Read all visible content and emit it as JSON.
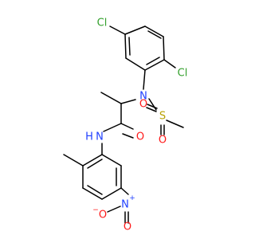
{
  "molecule": {
    "atoms": {
      "cl_top": {
        "label": "Cl",
        "color": "#33a02c"
      },
      "cl_right": {
        "label": "Cl",
        "color": "#33a02c"
      },
      "n_sulfonamide": {
        "label": "N",
        "color": "#1f3fff"
      },
      "s": {
        "label": "S",
        "color": "#b8a000"
      },
      "o_s_left": {
        "label": "O",
        "color": "#ff1a1a"
      },
      "o_s_bottom": {
        "label": "O",
        "color": "#ff1a1a"
      },
      "o_amide": {
        "label": "O",
        "color": "#ff1a1a"
      },
      "n_amide": {
        "label": "N",
        "color": "#1f3fff"
      },
      "h_amide": {
        "label": "H",
        "color": "#1f3fff"
      },
      "n_nitro": {
        "label": "N",
        "color": "#1f3fff"
      },
      "n_nitro_charge": {
        "label": "+",
        "color": "#1f3fff"
      },
      "o_nitro_left": {
        "label": "O",
        "color": "#ff1a1a"
      },
      "o_nitro_left_charge": {
        "label": "−",
        "color": "#ff1a1a"
      },
      "o_nitro_bottom": {
        "label": "O",
        "color": "#ff1a1a"
      }
    }
  }
}
